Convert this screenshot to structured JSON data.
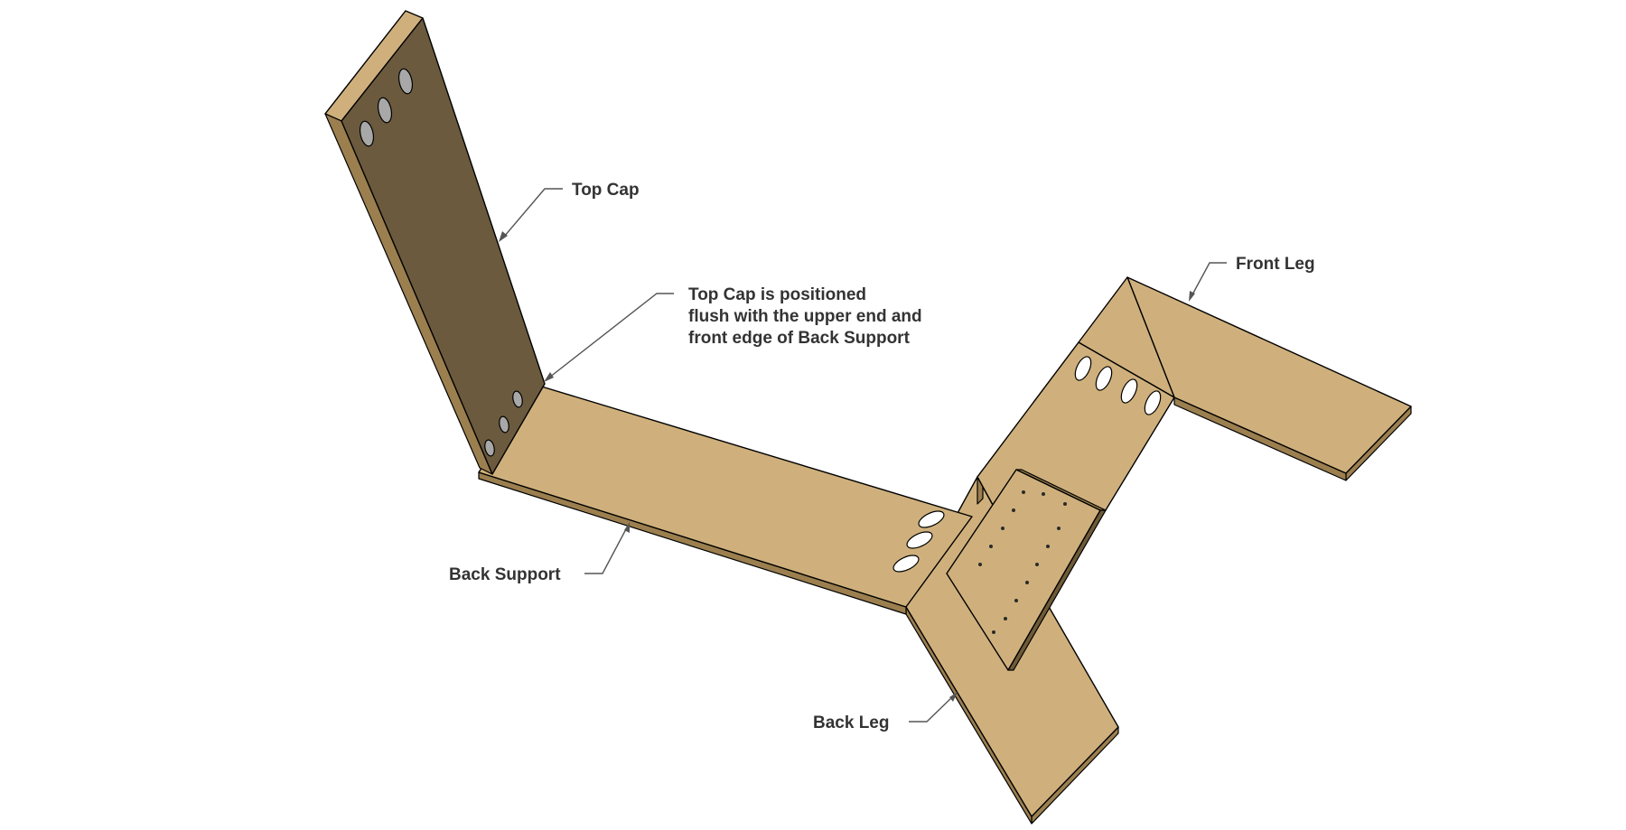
{
  "labels": {
    "top_cap": "Top Cap",
    "note_line1": "Top Cap is positioned",
    "note_line2": "flush with the upper end and",
    "note_line3": "front edge of Back Support",
    "front_leg": "Front Leg",
    "back_support": "Back Support",
    "back_leg": "Back Leg"
  },
  "colors": {
    "wood": "#CFB07C",
    "wood_edge": "#9C7F4F",
    "wood_dark": "#6B5A3E",
    "leader": "#555555",
    "text": "#333333"
  }
}
